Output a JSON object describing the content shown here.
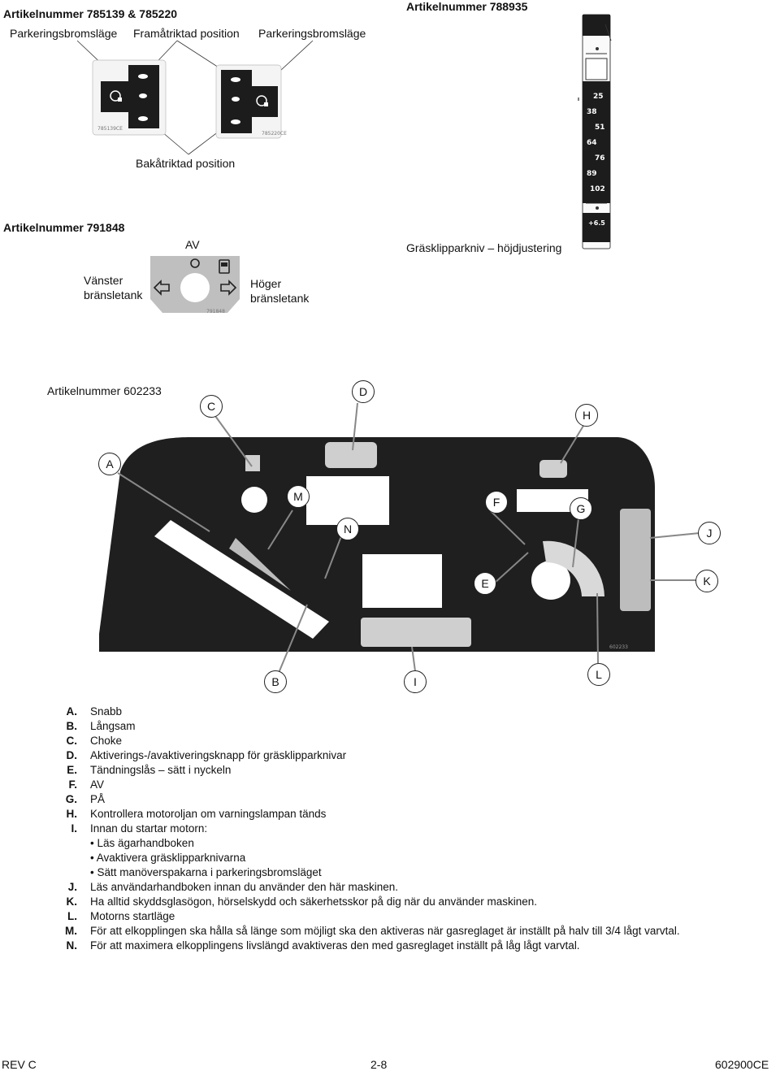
{
  "decals_785": {
    "heading": "Artikelnummer 785139 & 785220",
    "label_left": "Parkeringsbromsläge",
    "label_mid": "Framåtriktad position",
    "label_right": "Parkeringsbromsläge",
    "label_bottom": "Bakåtriktad position",
    "code_left": "785139CE",
    "code_right": "785220CE"
  },
  "decal_788935": {
    "heading": "Artikelnummer 788935",
    "heights": [
      "25",
      "38",
      "51",
      "64",
      "76",
      "89",
      "102"
    ],
    "offset": "+6.5",
    "caption": "Gräsklipparkniv – höjdjustering"
  },
  "decal_791848": {
    "heading": "Artikelnummer 791848",
    "label_off": "AV",
    "label_left": "Vänster bränsletank",
    "label_right": "Höger bränsletank",
    "code": "791848"
  },
  "panel_602233": {
    "heading": "Artikelnummer 602233",
    "code": "602233",
    "callouts": [
      "A",
      "B",
      "C",
      "D",
      "E",
      "F",
      "G",
      "H",
      "I",
      "J",
      "K",
      "L",
      "M",
      "N"
    ]
  },
  "legend": [
    {
      "letter": "A.",
      "text": "Snabb"
    },
    {
      "letter": "B.",
      "text": "Långsam"
    },
    {
      "letter": "C.",
      "text": "Choke"
    },
    {
      "letter": "D.",
      "text": "Aktiverings-/avaktiveringsknapp för gräsklipparknivar"
    },
    {
      "letter": "E.",
      "text": "Tändningslås – sätt i nyckeln"
    },
    {
      "letter": "F.",
      "text": "AV"
    },
    {
      "letter": "G.",
      "text": "PÅ"
    },
    {
      "letter": "H.",
      "text": "Kontrollera motoroljan om varningslampan tänds"
    },
    {
      "letter": "I.",
      "text": "Innan du startar motorn:"
    },
    {
      "letter": "",
      "text": "• Läs ägarhandboken"
    },
    {
      "letter": "",
      "text": "• Avaktivera gräsklipparknivarna"
    },
    {
      "letter": "",
      "text": "• Sätt manöverspakarna i parkeringsbromsläget"
    },
    {
      "letter": "J.",
      "text": "Läs användarhandboken innan du använder den här maskinen."
    },
    {
      "letter": "K.",
      "text": "Ha alltid skyddsglasögon, hörselskydd och säkerhetsskor på dig när du använder maskinen."
    },
    {
      "letter": "L.",
      "text": "Motorns startläge"
    },
    {
      "letter": "M.",
      "text": "För att elkopplingen ska hålla så länge som möjligt ska den aktiveras när gasreglaget är inställt på halv till 3/4 lågt varvtal."
    },
    {
      "letter": "N.",
      "text": "För att maximera elkopplingens livslängd avaktiveras den med gasreglaget inställt på låg lågt varvtal."
    }
  ],
  "footer": {
    "left": "REV C",
    "center": "2-8",
    "right": "602900CE"
  }
}
